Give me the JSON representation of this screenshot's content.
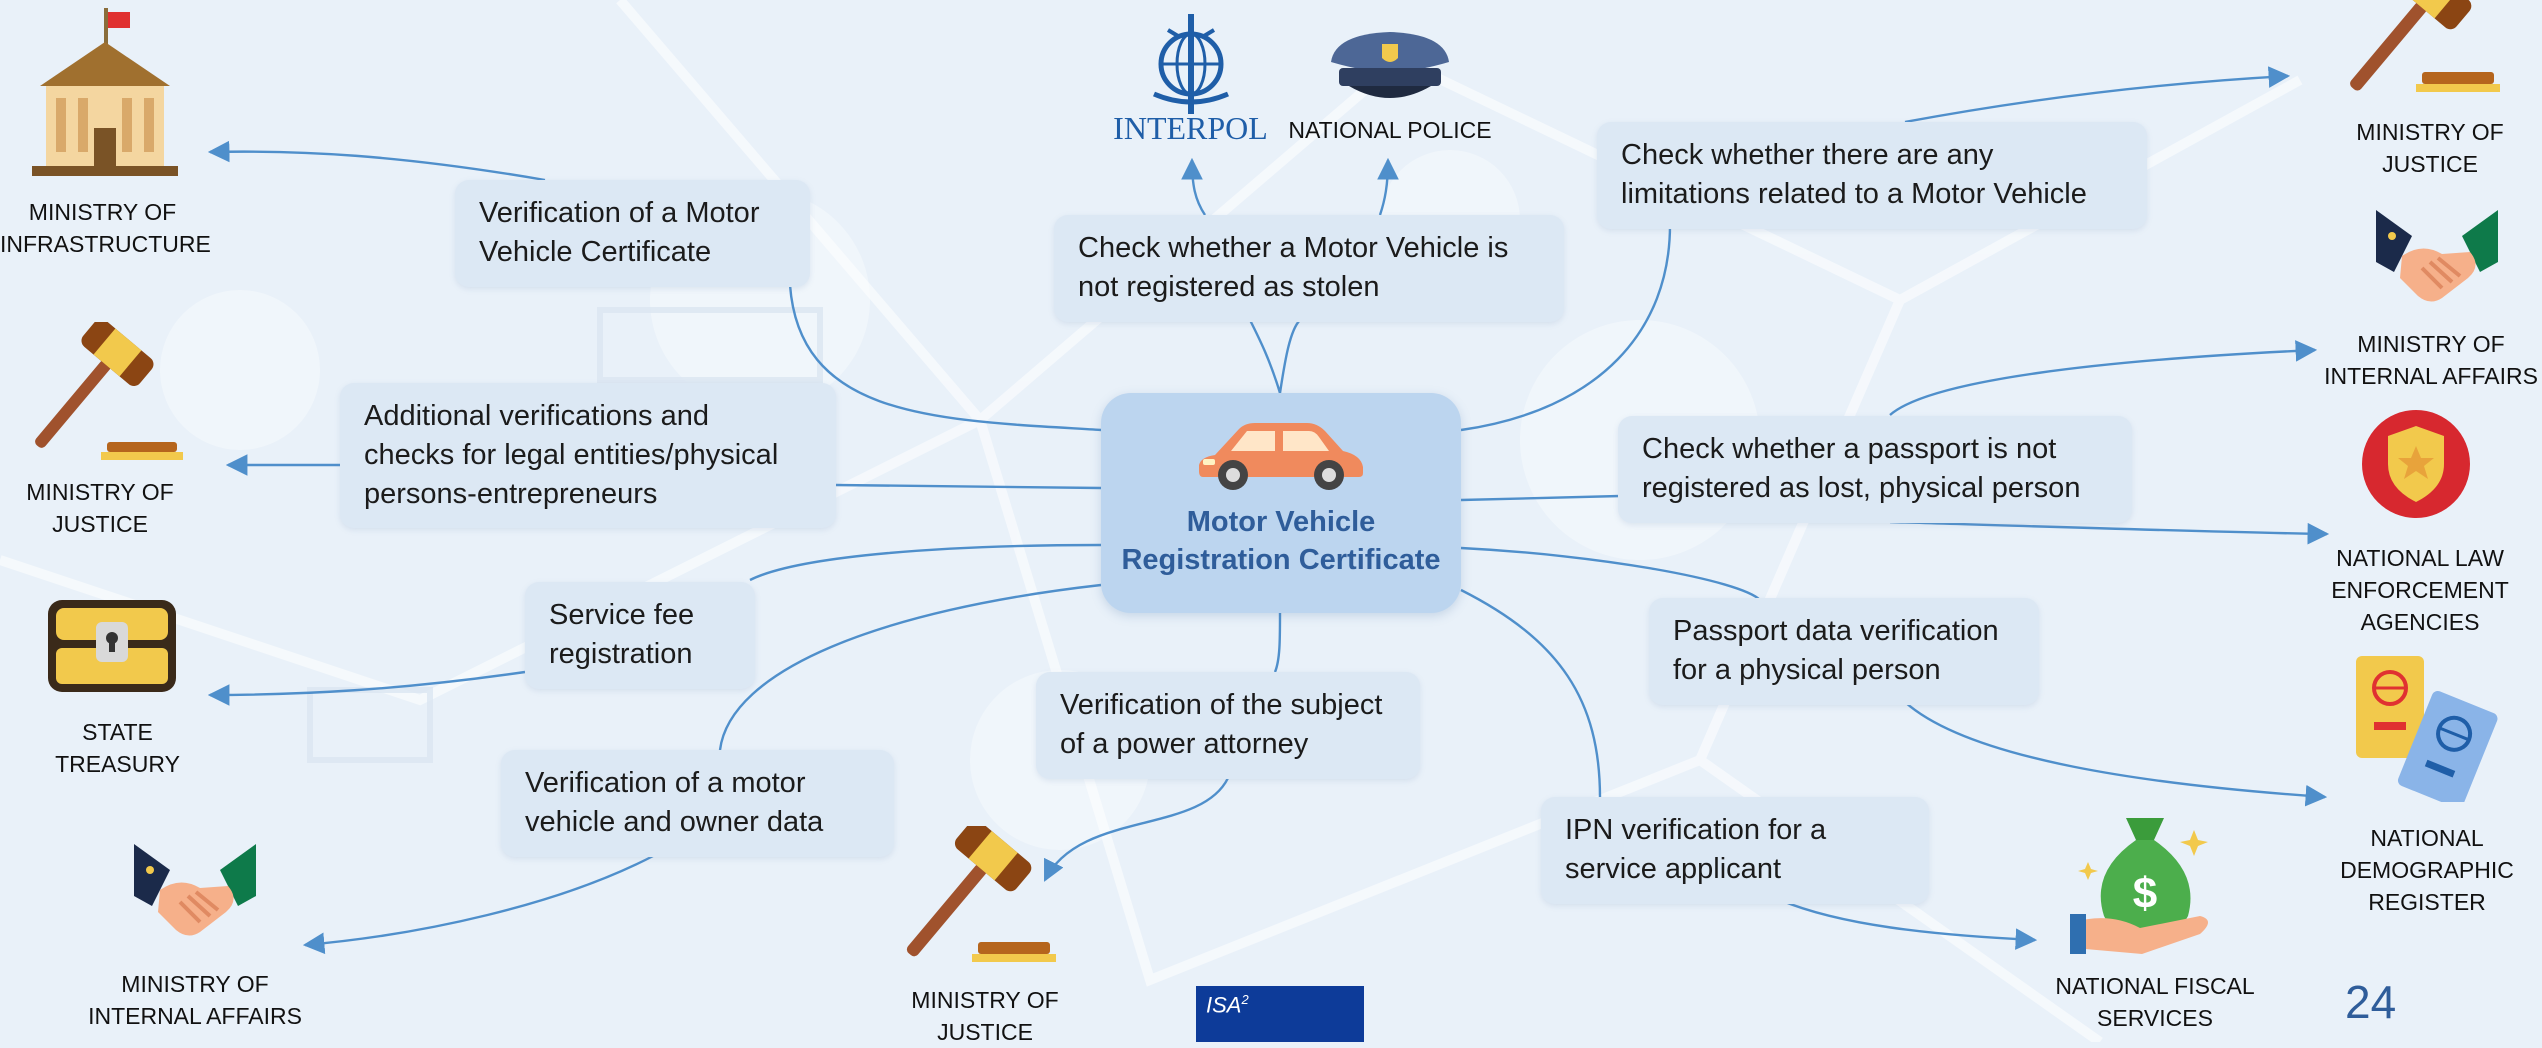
{
  "colors": {
    "background": "#e9f1f9",
    "box": "#dce8f4",
    "center_box": "#bcd5ef",
    "center_text": "#2f5d9a",
    "arrow": "#4f8fcb",
    "isa_blue": "#0d3b99"
  },
  "center": {
    "title_line1": "Motor Vehicle",
    "title_line2": "Registration Certificate",
    "icon": "car-icon"
  },
  "services": [
    {
      "line1": "Verification of a Motor",
      "line2": "Vehicle Certificate"
    },
    {
      "line1": "Check whether a Motor Vehicle is",
      "line2": "not registered as stolen"
    },
    {
      "line1": "Check whether there are any",
      "line2": "limitations related to a Motor Vehicle"
    },
    {
      "line1": "Additional verifications and",
      "line2": "checks for legal entities/physical",
      "line3": "persons-entrepreneurs"
    },
    {
      "line1": "Check whether a passport is not",
      "line2": "registered as lost, physical person"
    },
    {
      "line1": "Service fee",
      "line2": "registration"
    },
    {
      "line1": "Passport data verification",
      "line2": "for a physical person"
    },
    {
      "line1": "Verification of the subject",
      "line2": "of a power attorney"
    },
    {
      "line1": "Verification of a motor",
      "line2": "vehicle and owner data"
    },
    {
      "line1": "IPN verification for a",
      "line2": "service applicant"
    }
  ],
  "entities": {
    "infrastructure": {
      "line1": "MINISTRY OF",
      "line2": "INFRASTRUCTURE",
      "icon": "government-building-icon"
    },
    "justice_left": {
      "line1": "MINISTRY OF",
      "line2": "JUSTICE",
      "icon": "gavel-icon"
    },
    "treasury": {
      "line1": "STATE",
      "line2": "TREASURY",
      "icon": "treasure-chest-icon"
    },
    "internal_left": {
      "line1": "MINISTRY OF",
      "line2": "INTERNAL AFFAIRS",
      "icon": "handshake-icon"
    },
    "interpol": {
      "logo_text": "INTERPOL",
      "icon": "interpol-emblem-icon"
    },
    "national_police": {
      "line1": "NATIONAL POLICE",
      "icon": "police-cap-icon"
    },
    "justice_bottom": {
      "line1": "MINISTRY OF",
      "line2": "JUSTICE",
      "icon": "gavel-icon"
    },
    "justice_right": {
      "line1": "MINISTRY OF",
      "line2": "JUSTICE",
      "icon": "gavel-icon"
    },
    "internal_right": {
      "line1": "MINISTRY OF",
      "line2": "INTERNAL AFFAIRS",
      "icon": "handshake-icon"
    },
    "law_enforcement": {
      "line1": "NATIONAL LAW",
      "line2": "ENFORCEMENT",
      "line3": "AGENCIES",
      "icon": "police-badge-icon"
    },
    "demographic": {
      "line1": "NATIONAL",
      "line2": "DEMOGRAPHIC",
      "line3": "REGISTER",
      "icon": "passport-icon"
    },
    "fiscal": {
      "line1": "NATIONAL FISCAL",
      "line2": "SERVICES",
      "icon": "money-bag-icon"
    }
  },
  "footer": {
    "page_number": "24",
    "isa_logo_text": "ISA",
    "isa_logo_sup": "2"
  }
}
